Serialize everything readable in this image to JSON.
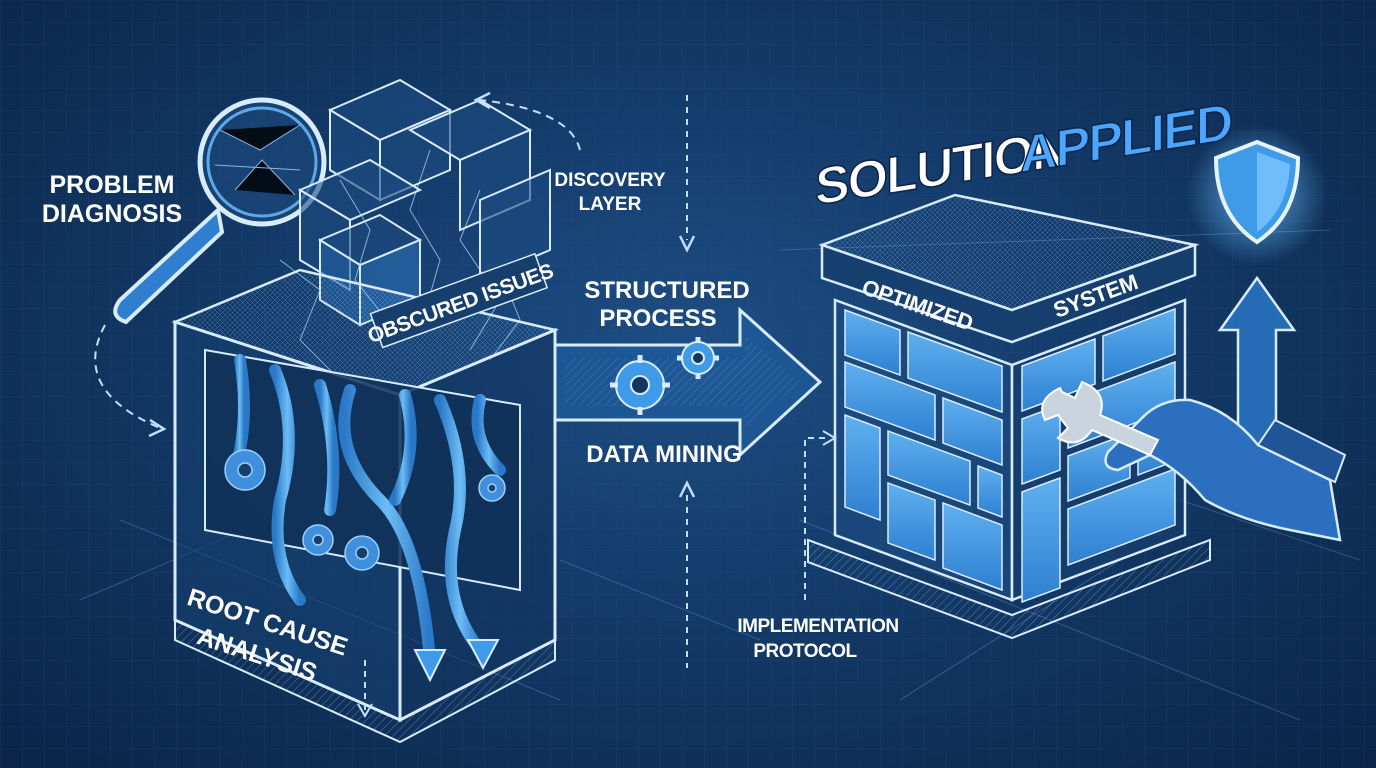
{
  "labels": {
    "problem_line1": "PROBLEM",
    "problem_line2": "DIAGNOSIS",
    "discovery_line1": "DISCOVERY",
    "discovery_line2": "LAYER",
    "obscured": "OBSCURED ISSUES",
    "root_line1": "ROOT CAUSE",
    "root_line2": "ANALYSIS",
    "structured_line1": "STRUCTURED",
    "structured_line2": "PROCESS",
    "data_mining": "DATA MINING",
    "solution_word1": "SOLUTION",
    "solution_word2": "APPLIED",
    "optimized": "OPTIMIZED",
    "system": "SYSTEM",
    "implementation_line1": "IMPLEMENTATION",
    "implementation_line2": "PROTOCOL"
  },
  "icons": [
    "magnifier-icon",
    "gear-icon",
    "shield-icon",
    "wrench-icon",
    "gloved-hand-icon",
    "up-arrow-icon"
  ],
  "colors": {
    "background": "#133a68",
    "line": "#bfe0ff",
    "accent_blue": "#3f9be8",
    "bright_blue": "#58b4ff",
    "title_blue": "#4aa6ff"
  }
}
